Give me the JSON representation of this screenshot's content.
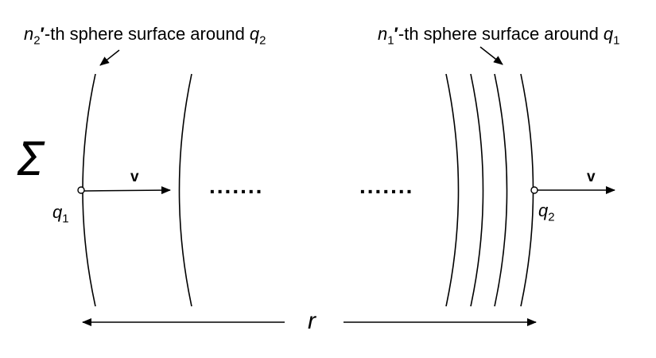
{
  "labels": {
    "left_annotation": {
      "n": "n",
      "sub": "2",
      "prime": "′",
      "text": "-th sphere surface around ",
      "q": "q",
      "q_sub": "2"
    },
    "right_annotation": {
      "n": "n",
      "sub": "1",
      "prime": "′",
      "text": "-th sphere surface around ",
      "q": "q",
      "q_sub": "1"
    },
    "sigma": "Σ",
    "velocity_left": "v",
    "velocity_right": "v",
    "q1": {
      "q": "q",
      "sub": "1"
    },
    "q2": {
      "q": "q",
      "sub": "2"
    },
    "ellipsis_left": ".......",
    "ellipsis_right": ".......",
    "distance": "r"
  }
}
